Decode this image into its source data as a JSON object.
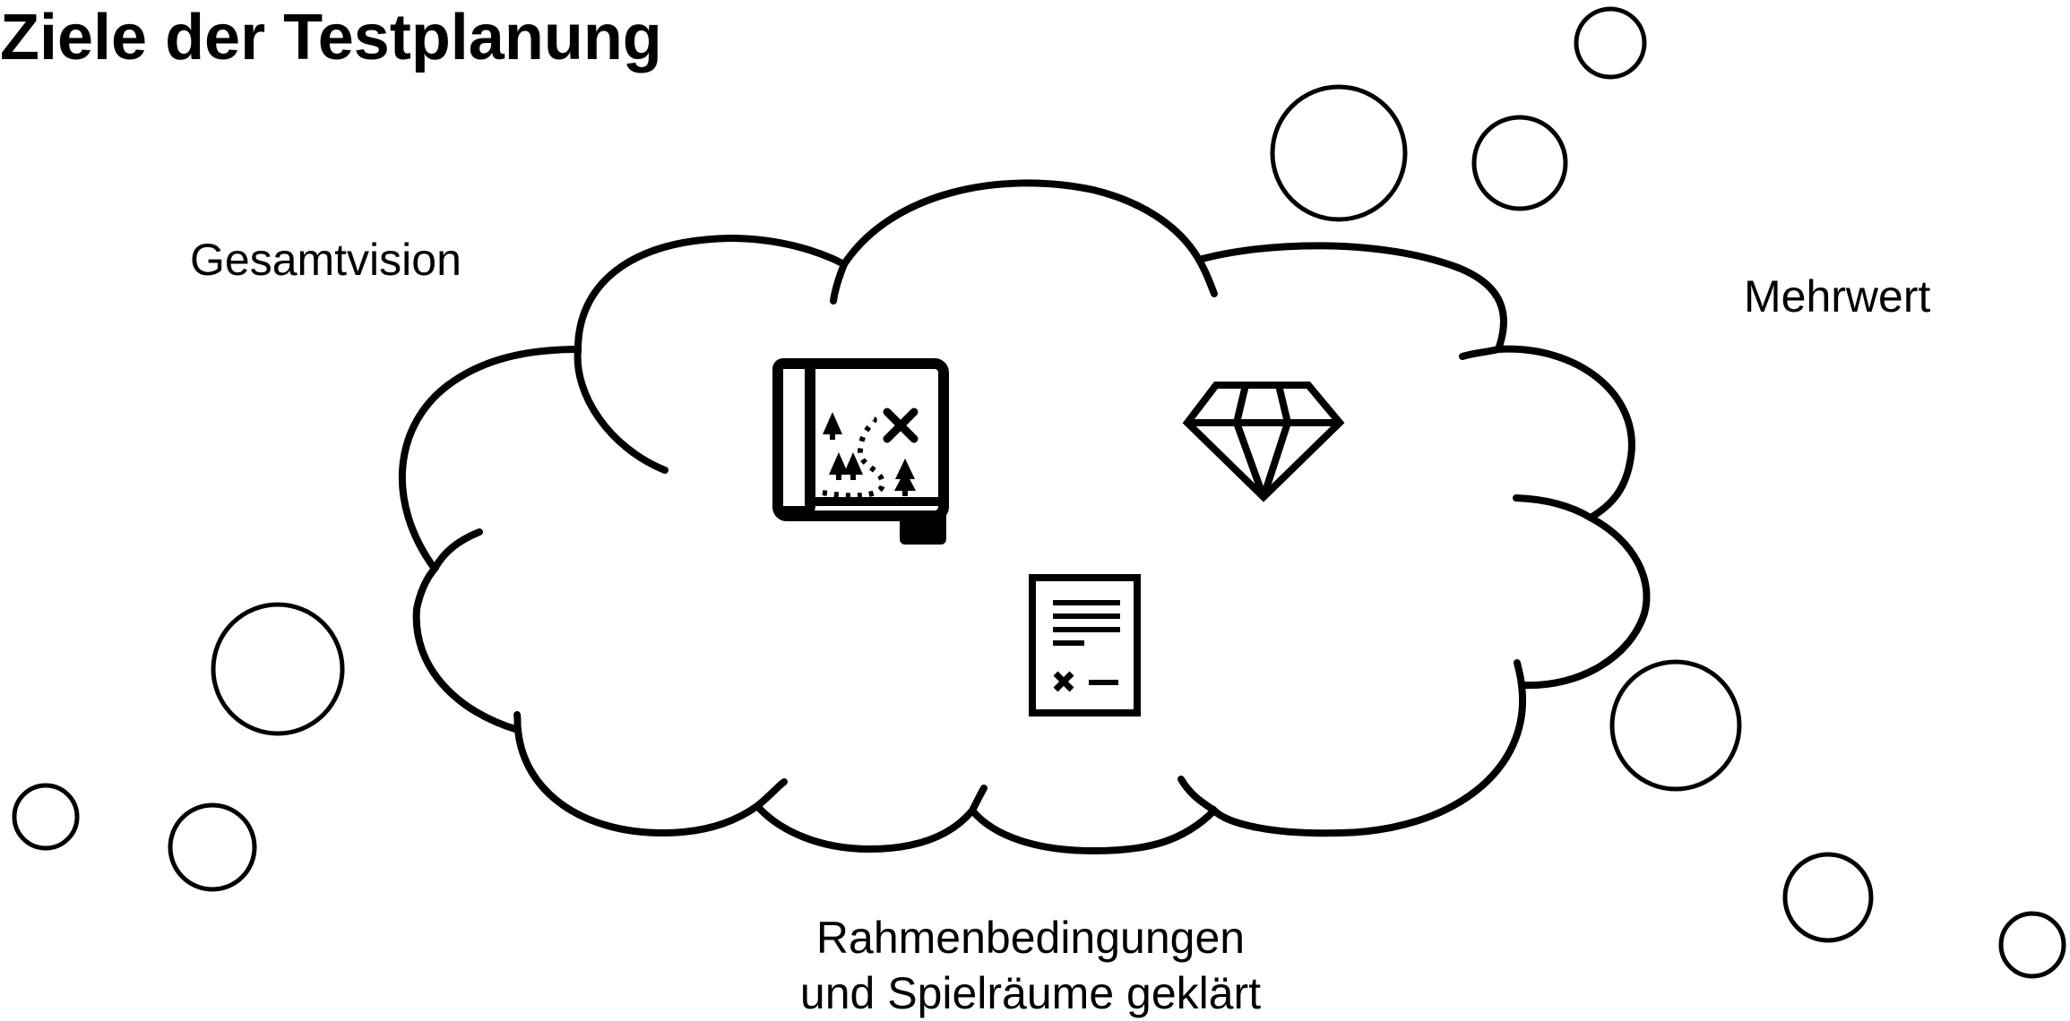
{
  "title": "Ziele der Testplanung",
  "goals": {
    "vision": {
      "label": "Gesamtvision",
      "icon": "treasure-map-icon"
    },
    "value": {
      "label": "Mehrwert",
      "icon": "diamond-icon"
    },
    "frame": {
      "label_line1": "Rahmenbedingungen",
      "label_line2": "und Spielräume geklärt",
      "icon": "contract-document-icon"
    }
  },
  "colors": {
    "stroke": "#000000",
    "background": "#ffffff"
  }
}
